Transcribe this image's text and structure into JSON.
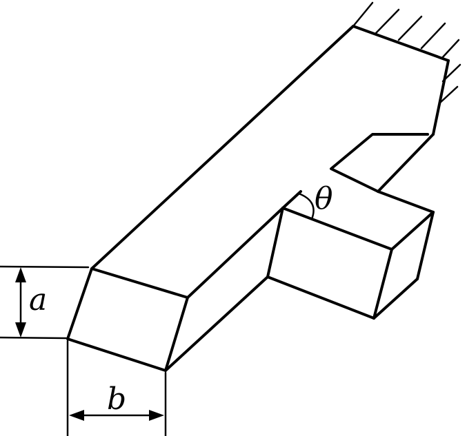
{
  "labels": {
    "a": "a",
    "b": "b",
    "theta": "θ"
  },
  "colors": {
    "stroke": "#000000",
    "background": "#ffffff"
  }
}
